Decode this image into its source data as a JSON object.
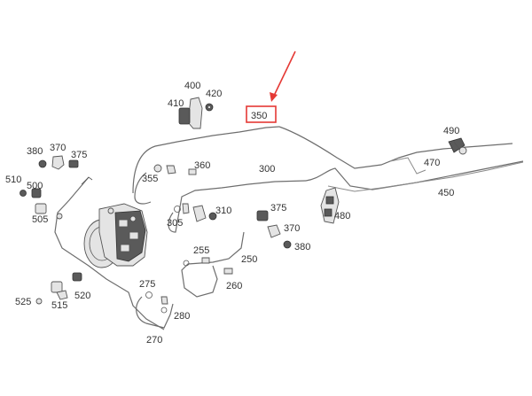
{
  "diagram": {
    "highlight_color": "#e53935",
    "highlighted_callout": "350",
    "callouts": [
      "350",
      "400",
      "420",
      "410",
      "490",
      "470",
      "450",
      "380",
      "370",
      "375",
      "510",
      "500",
      "505",
      "360",
      "355",
      "300",
      "310",
      "305",
      "375",
      "370",
      "380",
      "480",
      "255",
      "250",
      "260",
      "275",
      "280",
      "270",
      "525",
      "515",
      "520"
    ],
    "labels": {
      "c350": "350",
      "c400": "400",
      "c420": "420",
      "c410": "410",
      "c490": "490",
      "c470": "470",
      "c450": "450",
      "c380a": "380",
      "c370a": "370",
      "c375a": "375",
      "c510": "510",
      "c500": "500",
      "c505": "505",
      "c360": "360",
      "c355": "355",
      "c300": "300",
      "c310": "310",
      "c305": "305",
      "c375b": "375",
      "c370b": "370",
      "c380b": "380",
      "c480": "480",
      "c255": "255",
      "c250": "250",
      "c260": "260",
      "c275": "275",
      "c280": "280",
      "c270": "270",
      "c525": "525",
      "c515": "515",
      "c520": "520"
    }
  }
}
